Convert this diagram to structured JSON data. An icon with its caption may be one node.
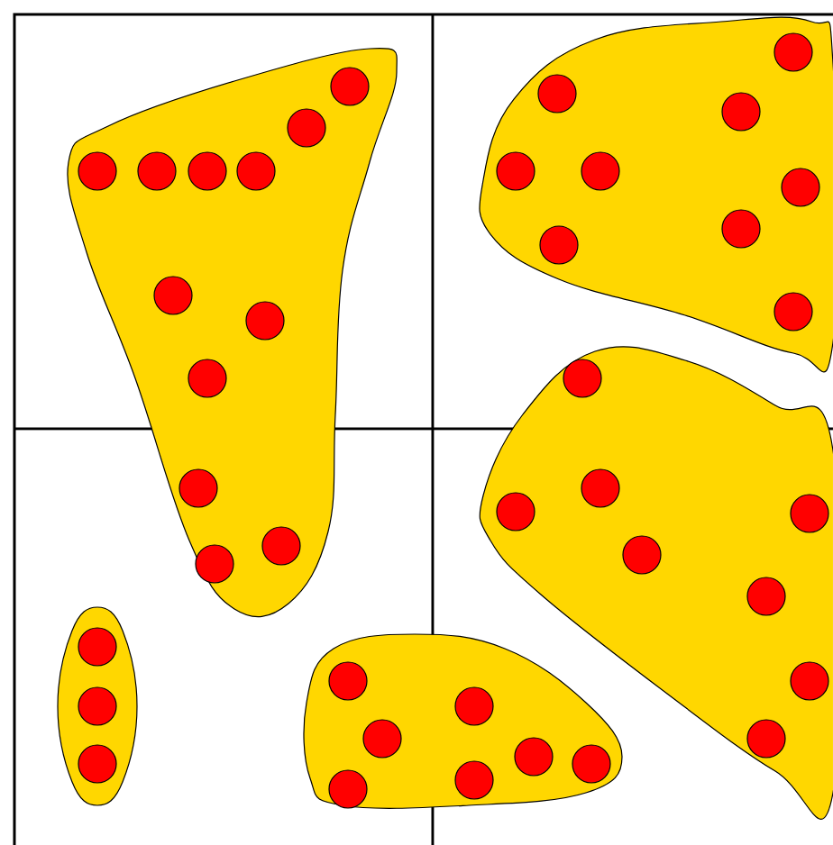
{
  "diagram": {
    "nodes": [
      {
        "text": [],
        "shape": "blob"
      },
      {
        "text": [],
        "shape": "circle",
        "in": 0
      },
      {
        "text": [],
        "shape": "circle",
        "in": 0
      },
      {
        "text": [],
        "shape": "circle",
        "in": 0
      },
      {
        "text": [],
        "shape": "circle",
        "in": 0
      },
      {
        "text": [],
        "shape": "circle",
        "in": 0
      },
      {
        "text": [],
        "shape": "circle",
        "in": 0
      },
      {
        "text": [],
        "shape": "circle",
        "in": 0
      },
      {
        "text": [],
        "shape": "circle",
        "in": 0
      },
      {
        "text": [],
        "shape": "circle",
        "in": 0
      },
      {
        "text": [],
        "shape": "circle",
        "in": 0
      },
      {
        "text": [],
        "shape": "circle",
        "in": 0
      },
      {
        "text": [],
        "shape": "circle",
        "in": 0
      },
      {
        "text": [],
        "shape": "blob"
      },
      {
        "text": [],
        "shape": "circle",
        "in": 13
      },
      {
        "text": [],
        "shape": "circle",
        "in": 13
      },
      {
        "text": [],
        "shape": "circle",
        "in": 13
      },
      {
        "text": [],
        "shape": "circle",
        "in": 13
      },
      {
        "text": [],
        "shape": "circle",
        "in": 13
      },
      {
        "text": [],
        "shape": "circle",
        "in": 13
      },
      {
        "text": [],
        "shape": "circle",
        "in": 13
      },
      {
        "text": [],
        "shape": "circle",
        "in": 13
      },
      {
        "text": [],
        "shape": "circle",
        "in": 13
      },
      {
        "text": [],
        "shape": "blob"
      },
      {
        "text": [],
        "shape": "circle",
        "in": 23
      },
      {
        "text": [],
        "shape": "circle",
        "in": 23
      },
      {
        "text": [],
        "shape": "circle",
        "in": 23
      },
      {
        "text": [],
        "shape": "circle",
        "in": 23
      },
      {
        "text": [],
        "shape": "circle",
        "in": 23
      },
      {
        "text": [],
        "shape": "circle",
        "in": 23
      },
      {
        "text": [],
        "shape": "circle",
        "in": 23
      },
      {
        "text": [],
        "shape": "circle",
        "in": 23
      },
      {
        "text": [],
        "shape": "blob"
      },
      {
        "text": [],
        "shape": "circle",
        "in": 32
      },
      {
        "text": [],
        "shape": "circle",
        "in": 32
      },
      {
        "text": [],
        "shape": "circle",
        "in": 32
      },
      {
        "text": [],
        "shape": "blob"
      },
      {
        "text": [],
        "shape": "circle",
        "in": 36
      },
      {
        "text": [],
        "shape": "circle",
        "in": 36
      },
      {
        "text": [],
        "shape": "circle",
        "in": 36
      },
      {
        "text": [],
        "shape": "circle",
        "in": 36
      },
      {
        "text": [],
        "shape": "circle",
        "in": 36
      },
      {
        "text": [],
        "shape": "circle",
        "in": 36
      },
      {
        "text": [],
        "shape": "circle",
        "in": 36
      }
    ]
  }
}
